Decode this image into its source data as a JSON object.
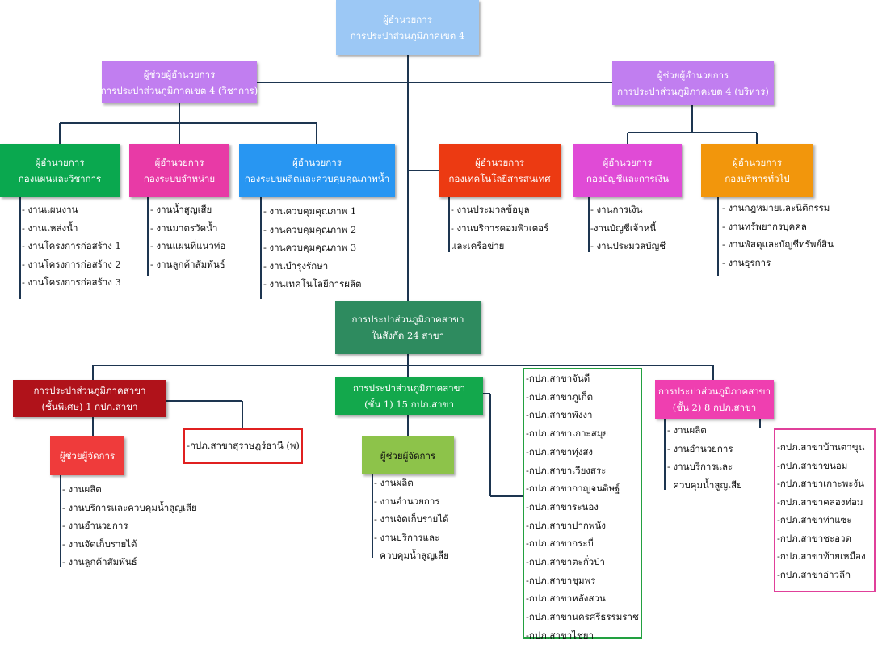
{
  "colors": {
    "director": "#9cc8f5",
    "assistant": "#c17ef0",
    "green": "#0aa84f",
    "pink": "#e83aa6",
    "blue": "#2896f2",
    "red_orange": "#ec3a12",
    "magenta": "#e04bd6",
    "orange": "#f2960c",
    "branches": "#2e8b5f",
    "special": "#b0121a",
    "tier1": "#13a84c",
    "tier2": "#ef3fb0",
    "manager_red": "#ef3b3b",
    "manager_green": "#8dc34a",
    "line": "#1d3550"
  },
  "director": {
    "line1": "ผู้อำนวยการ",
    "line2": "การประปาส่วนภูมิภาคเขต 4"
  },
  "assistant_academic": {
    "line1": "ผู้ช่วยผู้อำนวยการ",
    "line2": "การประปาส่วนภูมิภาคเขต 4 (วิชาการ)"
  },
  "assistant_admin": {
    "line1": "ผู้ช่วยผู้อำนวยการ",
    "line2": "การประปาส่วนภูมิภาคเขต 4 (บริหาร)"
  },
  "divisions": [
    {
      "line1": "ผู้อำนวยการ",
      "line2": "กองแผนและวิชาการ",
      "items": [
        "- งานแผนงาน",
        "- งานแหล่งน้ำ",
        "- งานโครงการก่อสร้าง 1",
        "- งานโครงการก่อสร้าง 2",
        "- งานโครงการก่อสร้าง 3"
      ]
    },
    {
      "line1": "ผู้อำนวยการ",
      "line2": "กองระบบจำหน่าย",
      "items": [
        "- งานน้ำสูญเสีย",
        "- งานมาตรวัดน้ำ",
        "- งานแผนที่แนวท่อ",
        "- งานลูกค้าสัมพันธ์"
      ]
    },
    {
      "line1": "ผู้อำนวยการ",
      "line2": "กองระบบผลิตและควบคุมคุณภาพน้ำ",
      "items": [
        "- งานควบคุมคุณภาพ 1",
        "- งานควบคุมคุณภาพ 2",
        "- งานควบคุมคุณภาพ 3",
        "- งานบำรุงรักษา",
        "- งานเทคโนโลยีการผลิต"
      ]
    },
    {
      "line1": "ผู้อำนวยการ",
      "line2": "กองเทคโนโลยีสารสนเทศ",
      "items": [
        "- งานประมวลข้อมูล",
        "- งานบริการคอมพิวเตอร์",
        "และเครือข่าย"
      ]
    },
    {
      "line1": "ผู้อำนวยการ",
      "line2": "กองบัญชีและการเงิน",
      "items": [
        "- งานการเงิน",
        "-งานบัญชีเจ้าหนี้",
        "- งานประมวลบัญชี"
      ]
    },
    {
      "line1": "ผู้อำนวยการ",
      "line2": "กองบริหารทั่วไป",
      "items": [
        "- งานกฎหมายและนิติกรรม",
        "- งานทรัพยากรบุคคล",
        "- งานพัสดุและบัญชีทรัพย์สิน",
        "- งานธุรการ"
      ]
    }
  ],
  "branches": {
    "line1": "การประปาส่วนภูมิภาคสาขา",
    "line2": "ในสังกัด 24 สาขา"
  },
  "special_tier": {
    "line1": "การประปาส่วนภูมิภาคสาขา",
    "line2": "(ชั้นพิเศษ) 1 กปภ.สาขา",
    "branch": "-กปภ.สาขาสุราษฎร์ธานี (พ)",
    "manager": "ผู้ช่วยผู้จัดการ",
    "items": [
      "- งานผลิต",
      "- งานบริการและควบคุมน้ำสูญเสีย",
      "- งานอำนวยการ",
      "- งานจัดเก็บรายได้",
      "- งานลูกค้าสัมพันธ์"
    ]
  },
  "tier1": {
    "line1": "การประปาส่วนภูมิภาคสาขา",
    "line2": "(ชั้น 1) 15 กปภ.สาขา",
    "manager": "ผู้ช่วยผู้จัดการ",
    "items": [
      "- งานผลิต",
      "- งานอำนวยการ",
      "- งานจัดเก็บรายได้",
      "- งานบริการและ",
      "  ควบคุมน้ำสูญเสีย"
    ],
    "branches": [
      "-กปภ.สาขาจันดี",
      "-กปภ.สาขาภูเก็ต",
      "-กปภ.สาขาพังงา",
      "-กปภ.สาขาเกาะสมุย",
      "-กปภ.สาขาทุ่งสง",
      "-กปภ.สาขาเวียงสระ",
      "-กปภ.สาขากาญจนดิษฐ์",
      "-กปภ.สาขาระนอง",
      "-กปภ.สาขาปากพนัง",
      "-กปภ.สาขากระบี่",
      "-กปภ.สาขาตะกั่วป่า",
      "-กปภ.สาขาชุมพร",
      "-กปภ.สาขาหลังสวน",
      "-กปภ.สาขานครศรีธรรมราช",
      "-กปภ.สาขาไชยา"
    ]
  },
  "tier2": {
    "line1": "การประปาส่วนภูมิภาคสาขา",
    "line2": "(ชั้น 2) 8 กปภ.สาขา",
    "items": [
      "- งานผลิต",
      "- งานอำนวยการ",
      "- งานบริการและ",
      "  ควบคุมน้ำสูญเสีย"
    ],
    "branches": [
      "-กปภ.สาขาบ้านตาขุน",
      "-กปภ.สาขาขนอม",
      "-กปภ.สาขาเกาะพะงัน",
      "-กปภ.สาขาคลองท่อม",
      "-กปภ.สาขาท่าแซะ",
      "-กปภ.สาขาชะอวด",
      "-กปภ.สาขาท้ายเหมือง",
      "-กปภ.สาขาอ่าวลึก"
    ]
  }
}
